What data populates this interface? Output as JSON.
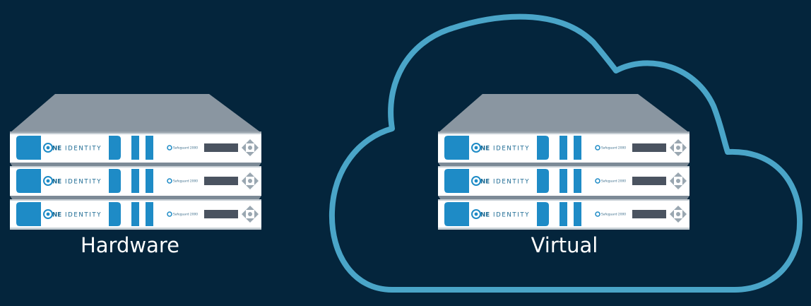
{
  "colors": {
    "background": "#04253c",
    "cloud_stroke": "#4aa5c8",
    "server_top": "#8a96a1",
    "server_face": "#ffffff",
    "accent": "#1e8bc6",
    "display": "#4a5360"
  },
  "brand": {
    "o_mark": "NE",
    "name": "IDENTITY",
    "product": "Safeguard 2000"
  },
  "deployments": [
    {
      "label": "Hardware",
      "units": 3
    },
    {
      "label": "Virtual",
      "units": 3
    }
  ],
  "icons": [
    "server-rack-icon",
    "cloud-outline-icon",
    "one-identity-logo-icon",
    "nav-pad-icon"
  ]
}
